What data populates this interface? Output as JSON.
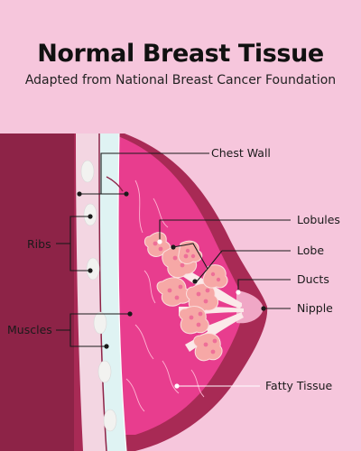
{
  "title": "Normal Breast Tissue",
  "subtitle": "Adapted from National Breast Cancer Foundation",
  "labels": {
    "chest_wall": "Chest Wall",
    "lobules": "Lobules",
    "lobe": "Lobe",
    "ducts": "Ducts",
    "nipple": "Nipple",
    "fatty_tissue": "Fatty Tissue",
    "ribs": "Ribs",
    "muscles": "Muscles"
  },
  "colors": {
    "background": "#f6c6dc",
    "chest_wall": "#8d2347",
    "breast_outer": "#a82a55",
    "breast_tissue": "#e83d8e",
    "ribs": "#f2f2f0",
    "muscle_band": "#dff3f3",
    "lobule": "#f6a8a6",
    "duct": "#fbe9e9"
  }
}
